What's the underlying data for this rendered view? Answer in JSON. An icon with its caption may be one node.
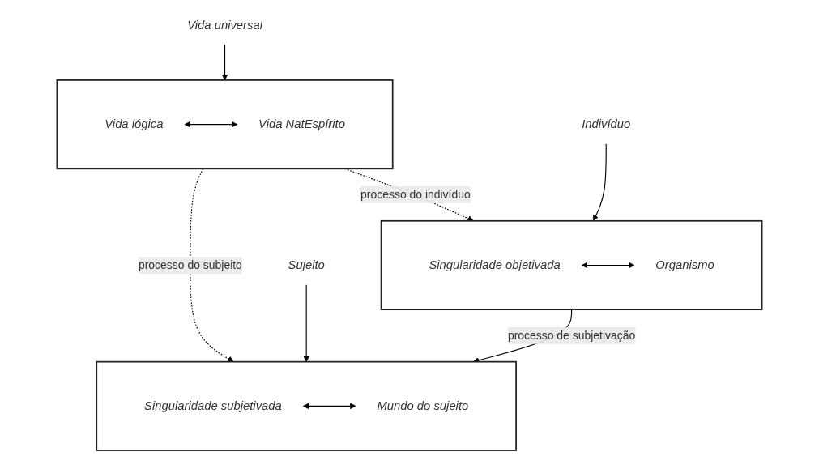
{
  "diagram": {
    "nodes": [
      {
        "text": [
          "Vida universal"
        ]
      },
      {
        "text": [],
        "shape": "box"
      },
      {
        "text": [
          "Vida lógica"
        ],
        "in": 1
      },
      {
        "text": [
          "Vida NatEspírito"
        ],
        "in": 1
      },
      {
        "text": [
          "Indivíduo"
        ]
      },
      {
        "text": [],
        "shape": "box"
      },
      {
        "text": [
          "Singularidade objetivada"
        ],
        "in": 5
      },
      {
        "text": [
          "Organismo"
        ],
        "in": 5
      },
      {
        "text": [
          "Sujeito"
        ]
      },
      {
        "text": [],
        "shape": "box"
      },
      {
        "text": [
          "Singularidade subjetivada"
        ],
        "in": 9
      },
      {
        "text": [
          "Mundo do sujeito"
        ],
        "in": 9
      }
    ],
    "edges": [
      {
        "from": 0,
        "to": 1,
        "arrow": "to"
      },
      {
        "from": 2,
        "to": 3,
        "arrow": "both"
      },
      {
        "from": 4,
        "to": 5,
        "arrow": "to"
      },
      {
        "from": 6,
        "to": 7,
        "arrow": "both"
      },
      {
        "from": 1,
        "to": 5,
        "arrow": "to",
        "label": "processo do indivíduo",
        "style": "dashed"
      },
      {
        "from": 1,
        "to": 9,
        "arrow": "to",
        "label": "processo do subjeito",
        "style": "dashed"
      },
      {
        "from": 5,
        "to": 9,
        "arrow": "to",
        "label": "processo de subjetivação"
      },
      {
        "from": 8,
        "to": 9,
        "arrow": "to"
      },
      {
        "from": 10,
        "to": 11,
        "arrow": "both"
      }
    ]
  }
}
